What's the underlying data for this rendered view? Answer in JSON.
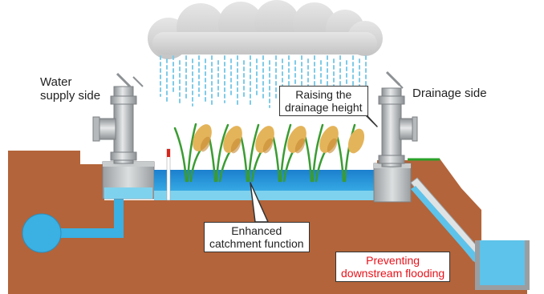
{
  "labels": {
    "water_supply_line1": "Water",
    "water_supply_line2": "supply side",
    "drainage_side": "Drainage side",
    "raising_line1": "Raising the",
    "raising_line2": "drainage height",
    "enhanced_line1": "Enhanced",
    "enhanced_line2": "catchment function",
    "preventing_line1": "Preventing",
    "preventing_line2": "downstream flooding"
  },
  "colors": {
    "soil": "#b3643a",
    "water": "#2e9fd9",
    "water_light": "#7fd2ee",
    "paddy_water": "#1e8fd6",
    "rice_stem": "#3a9c32",
    "rice_grain": "#e4b45a",
    "cloud": "#d4d4d4",
    "rain": "#7ecbe8",
    "pipe": "#a9adb0",
    "grass": "#2aa22a",
    "warning_text": "#e8131b"
  },
  "icons": {
    "cloud": "cloud-icon",
    "rain": "rain-icon",
    "rice": "rice-plant-icon"
  }
}
